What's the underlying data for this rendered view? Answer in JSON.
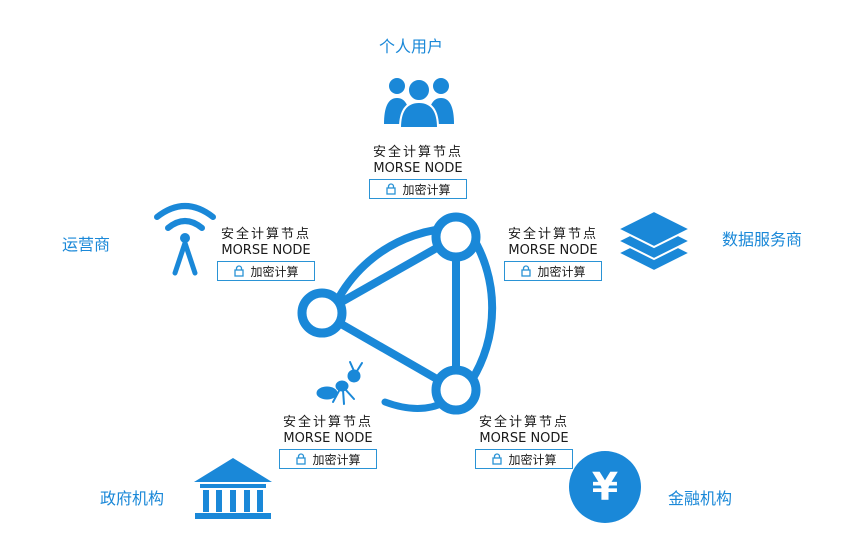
{
  "colors": {
    "primary": "#1a88d8",
    "node_box_border": "#2a93d5"
  },
  "parties": {
    "individual_user": "个人用户",
    "data_provider": "数据服务商",
    "operator": "运营商",
    "government": "政府机构",
    "financial": "金融机构"
  },
  "nodes": [
    {
      "title": "安全计算节点",
      "name": "MORSE NODE",
      "action": "加密计算"
    },
    {
      "title": "安全计算节点",
      "name": "MORSE NODE",
      "action": "加密计算"
    },
    {
      "title": "安全计算节点",
      "name": "MORSE NODE",
      "action": "加密计算"
    },
    {
      "title": "安全计算节点",
      "name": "MORSE NODE",
      "action": "加密计算"
    },
    {
      "title": "安全计算节点",
      "name": "MORSE NODE",
      "action": "加密计算"
    }
  ],
  "icons": {
    "individual_user": "users-group-icon",
    "data_provider": "database-stack-icon",
    "operator": "signal-tower-icon",
    "government": "bank-building-icon",
    "financial": "yen-coin-icon",
    "center": "network-triangle-icon",
    "ant": "ant-mascot-icon",
    "lock": "lock-icon"
  },
  "currency_symbol": "¥"
}
